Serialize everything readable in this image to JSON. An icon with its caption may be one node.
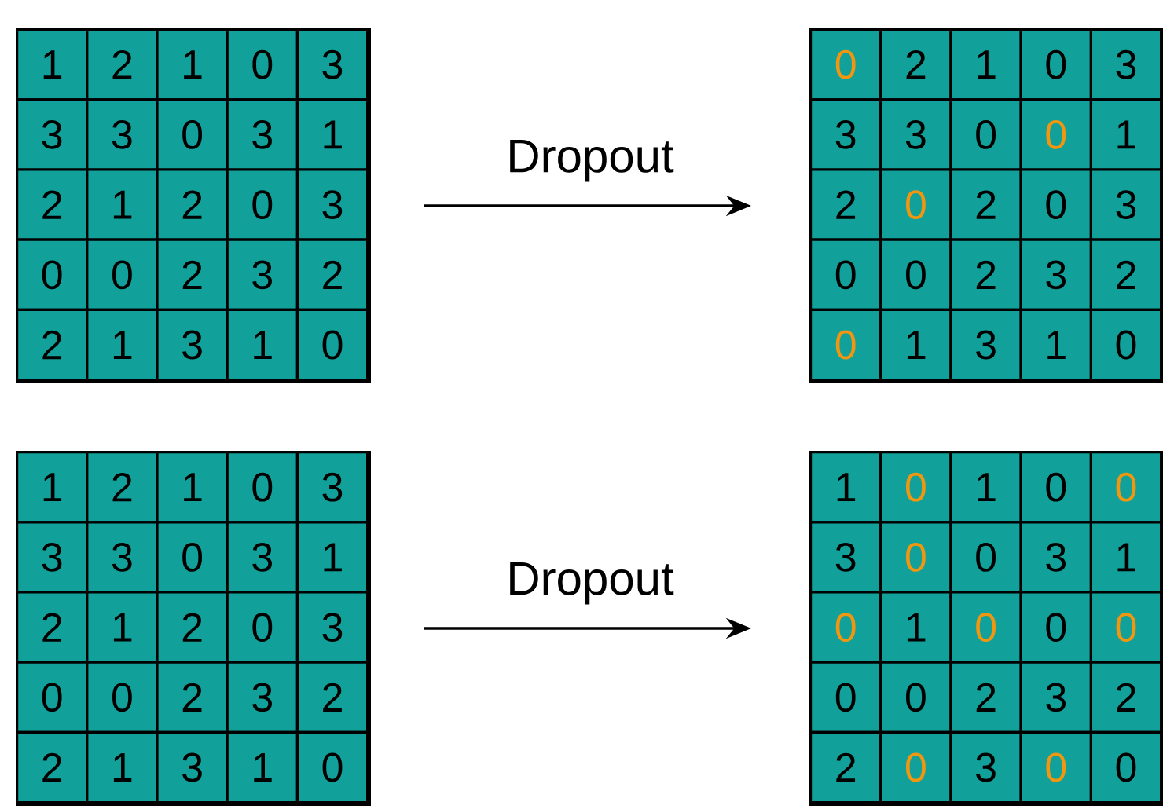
{
  "diagram": {
    "nodes": [
      {
        "text": [],
        "shape": "box"
      },
      {
        "text": [
          "1"
        ],
        "in": 0
      },
      {
        "text": [
          "2"
        ],
        "in": 0
      },
      {
        "text": [
          "1"
        ],
        "in": 0
      },
      {
        "text": [
          "0"
        ],
        "in": 0
      },
      {
        "text": [
          "3"
        ],
        "in": 0
      },
      {
        "text": [
          "3"
        ],
        "in": 0
      },
      {
        "text": [
          "3"
        ],
        "in": 0
      },
      {
        "text": [
          "0"
        ],
        "in": 0
      },
      {
        "text": [
          "3"
        ],
        "in": 0
      },
      {
        "text": [
          "1"
        ],
        "in": 0
      },
      {
        "text": [
          "2"
        ],
        "in": 0
      },
      {
        "text": [
          "1"
        ],
        "in": 0
      },
      {
        "text": [
          "2"
        ],
        "in": 0
      },
      {
        "text": [
          "0"
        ],
        "in": 0
      },
      {
        "text": [
          "3"
        ],
        "in": 0
      },
      {
        "text": [
          "0"
        ],
        "in": 0
      },
      {
        "text": [
          "0"
        ],
        "in": 0
      },
      {
        "text": [
          "2"
        ],
        "in": 0
      },
      {
        "text": [
          "3"
        ],
        "in": 0
      },
      {
        "text": [
          "2"
        ],
        "in": 0
      },
      {
        "text": [
          "2"
        ],
        "in": 0
      },
      {
        "text": [
          "1"
        ],
        "in": 0
      },
      {
        "text": [
          "3"
        ],
        "in": 0
      },
      {
        "text": [
          "1"
        ],
        "in": 0
      },
      {
        "text": [
          "0"
        ],
        "in": 0
      },
      {
        "text": [],
        "shape": "box"
      },
      {
        "text": [
          "0"
        ],
        "in": 26
      },
      {
        "text": [
          "2"
        ],
        "in": 26
      },
      {
        "text": [
          "1"
        ],
        "in": 26
      },
      {
        "text": [
          "0"
        ],
        "in": 26
      },
      {
        "text": [
          "3"
        ],
        "in": 26
      },
      {
        "text": [
          "3"
        ],
        "in": 26
      },
      {
        "text": [
          "3"
        ],
        "in": 26
      },
      {
        "text": [
          "0"
        ],
        "in": 26
      },
      {
        "text": [
          "0"
        ],
        "in": 26
      },
      {
        "text": [
          "1"
        ],
        "in": 26
      },
      {
        "text": [
          "2"
        ],
        "in": 26
      },
      {
        "text": [
          "0"
        ],
        "in": 26
      },
      {
        "text": [
          "2"
        ],
        "in": 26
      },
      {
        "text": [
          "0"
        ],
        "in": 26
      },
      {
        "text": [
          "3"
        ],
        "in": 26
      },
      {
        "text": [
          "0"
        ],
        "in": 26
      },
      {
        "text": [
          "0"
        ],
        "in": 26
      },
      {
        "text": [
          "2"
        ],
        "in": 26
      },
      {
        "text": [
          "3"
        ],
        "in": 26
      },
      {
        "text": [
          "2"
        ],
        "in": 26
      },
      {
        "text": [
          "0"
        ],
        "in": 26
      },
      {
        "text": [
          "1"
        ],
        "in": 26
      },
      {
        "text": [
          "3"
        ],
        "in": 26
      },
      {
        "text": [
          "1"
        ],
        "in": 26
      },
      {
        "text": [
          "0"
        ],
        "in": 26
      },
      {
        "text": [],
        "shape": "box"
      },
      {
        "text": [
          "1"
        ],
        "in": 52
      },
      {
        "text": [
          "2"
        ],
        "in": 52
      },
      {
        "text": [
          "1"
        ],
        "in": 52
      },
      {
        "text": [
          "0"
        ],
        "in": 52
      },
      {
        "text": [
          "3"
        ],
        "in": 52
      },
      {
        "text": [
          "3"
        ],
        "in": 52
      },
      {
        "text": [
          "3"
        ],
        "in": 52
      },
      {
        "text": [
          "0"
        ],
        "in": 52
      },
      {
        "text": [
          "3"
        ],
        "in": 52
      },
      {
        "text": [
          "1"
        ],
        "in": 52
      },
      {
        "text": [
          "2"
        ],
        "in": 52
      },
      {
        "text": [
          "1"
        ],
        "in": 52
      },
      {
        "text": [
          "2"
        ],
        "in": 52
      },
      {
        "text": [
          "0"
        ],
        "in": 52
      },
      {
        "text": [
          "3"
        ],
        "in": 52
      },
      {
        "text": [
          "0"
        ],
        "in": 52
      },
      {
        "text": [
          "0"
        ],
        "in": 52
      },
      {
        "text": [
          "2"
        ],
        "in": 52
      },
      {
        "text": [
          "3"
        ],
        "in": 52
      },
      {
        "text": [
          "2"
        ],
        "in": 52
      },
      {
        "text": [
          "2"
        ],
        "in": 52
      },
      {
        "text": [
          "1"
        ],
        "in": 52
      },
      {
        "text": [
          "3"
        ],
        "in": 52
      },
      {
        "text": [
          "1"
        ],
        "in": 52
      },
      {
        "text": [
          "0"
        ],
        "in": 52
      },
      {
        "text": [],
        "shape": "box"
      },
      {
        "text": [
          "1"
        ],
        "in": 78
      },
      {
        "text": [
          "0"
        ],
        "in": 78
      },
      {
        "text": [
          "1"
        ],
        "in": 78
      },
      {
        "text": [
          "0"
        ],
        "in": 78
      },
      {
        "text": [
          "0"
        ],
        "in": 78
      },
      {
        "text": [
          "3"
        ],
        "in": 78
      },
      {
        "text": [
          "0"
        ],
        "in": 78
      },
      {
        "text": [
          "0"
        ],
        "in": 78
      },
      {
        "text": [
          "3"
        ],
        "in": 78
      },
      {
        "text": [
          "1"
        ],
        "in": 78
      },
      {
        "text": [
          "0"
        ],
        "in": 78
      },
      {
        "text": [
          "1"
        ],
        "in": 78
      },
      {
        "text": [
          "0"
        ],
        "in": 78
      },
      {
        "text": [
          "0"
        ],
        "in": 78
      },
      {
        "text": [
          "0"
        ],
        "in": 78
      },
      {
        "text": [
          "0"
        ],
        "in": 78
      },
      {
        "text": [
          "0"
        ],
        "in": 78
      },
      {
        "text": [
          "2"
        ],
        "in": 78
      },
      {
        "text": [
          "3"
        ],
        "in": 78
      },
      {
        "text": [
          "2"
        ],
        "in": 78
      },
      {
        "text": [
          "2"
        ],
        "in": 78
      },
      {
        "text": [
          "0"
        ],
        "in": 78
      },
      {
        "text": [
          "3"
        ],
        "in": 78
      },
      {
        "text": [
          "0"
        ],
        "in": 78
      },
      {
        "text": [
          "0"
        ],
        "in": 78
      }
    ],
    "edges": [
      {
        "from": 0,
        "to": 26,
        "arrow": "to",
        "label": "Dropout"
      },
      {
        "from": 52,
        "to": 78,
        "arrow": "to",
        "label": "Dropout"
      }
    ]
  }
}
